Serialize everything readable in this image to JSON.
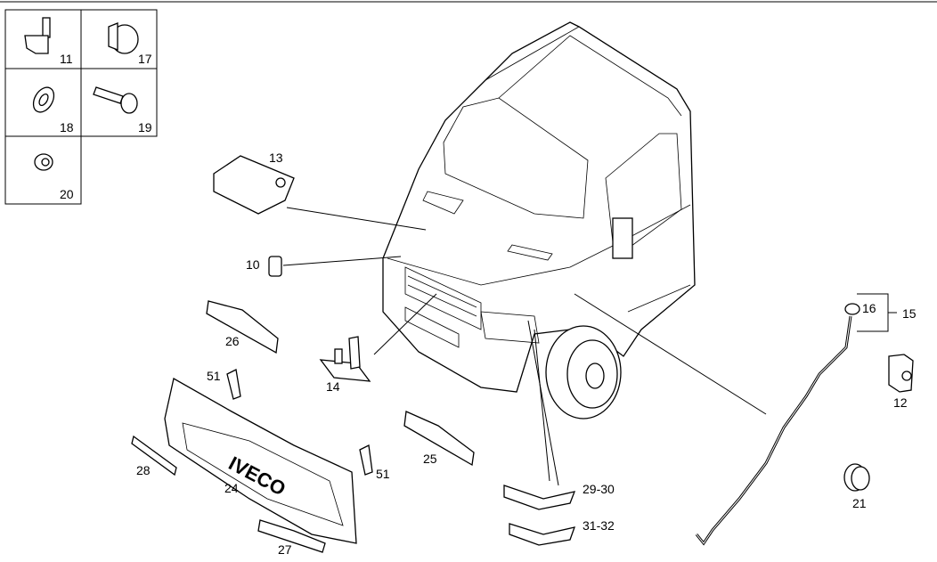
{
  "diagram": {
    "inset_labels": [
      "11",
      "17",
      "18",
      "19",
      "20"
    ],
    "labels": {
      "p13": "13",
      "p10": "10",
      "p26": "26",
      "p14": "14",
      "p51a": "51",
      "p51b": "51",
      "p28": "28",
      "p24": "24",
      "p25": "25",
      "p27": "27",
      "p29_30": "29-30",
      "p31_32": "31-32",
      "p16": "16",
      "p15": "15",
      "p12": "12",
      "p21": "21"
    },
    "grille_logo": "IVECO"
  }
}
